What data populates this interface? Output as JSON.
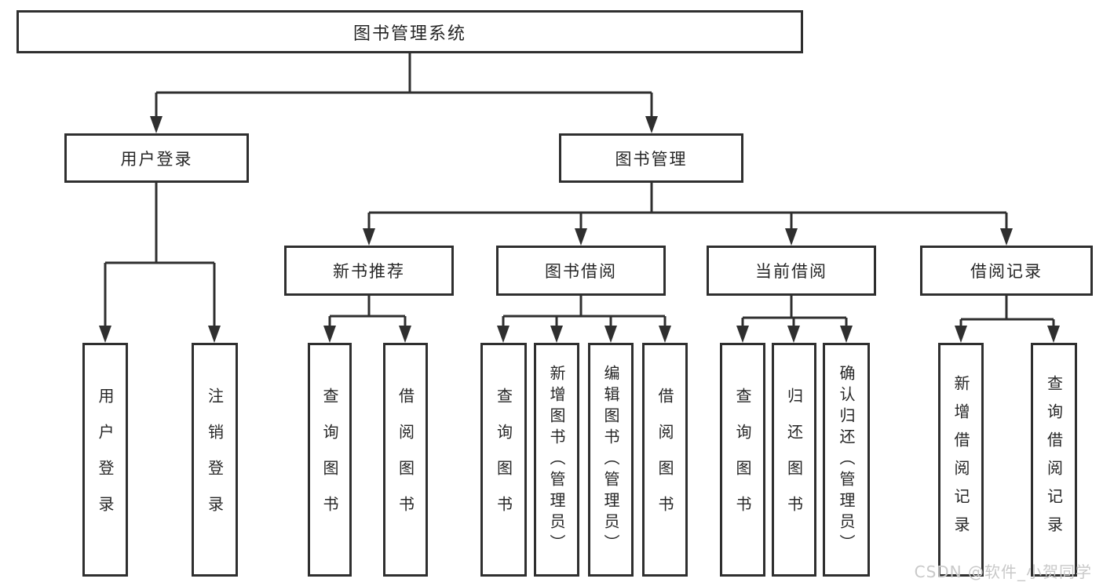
{
  "diagram": {
    "title": "图书管理系统",
    "nodes": {
      "root": {
        "label": "图书管理系统"
      },
      "user_login": {
        "label": "用户登录"
      },
      "book_mgmt": {
        "label": "图书管理"
      },
      "new_book_rec": {
        "label": "新书推荐"
      },
      "book_borrow": {
        "label": "图书借阅"
      },
      "current_borrow": {
        "label": "当前借阅"
      },
      "borrow_records": {
        "label": "借阅记录"
      },
      "leaf_user_login": {
        "label": "用户登录"
      },
      "leaf_logout": {
        "label": "注销登录"
      },
      "leaf_query_books_rec": {
        "label": "查询图书"
      },
      "leaf_borrow_books_rec": {
        "label": "借阅图书"
      },
      "leaf_query_books_borrow": {
        "label": "查询图书"
      },
      "leaf_add_books": {
        "label": "新增图书（管理员）"
      },
      "leaf_edit_books": {
        "label": "编辑图书（管理员）"
      },
      "leaf_borrow_books_borrow": {
        "label": "借阅图书"
      },
      "leaf_query_books_current": {
        "label": "查询图书"
      },
      "leaf_return_books": {
        "label": "归还图书"
      },
      "leaf_confirm_return": {
        "label": "确认归还（管理员）"
      },
      "leaf_add_borrow_record": {
        "label": "新增借阅记录"
      },
      "leaf_query_borrow_record": {
        "label": "查询借阅记录"
      }
    },
    "hierarchy": [
      {
        "parent": "图书管理系统",
        "children": [
          "用户登录",
          "图书管理"
        ]
      },
      {
        "parent": "用户登录",
        "children": [
          "用户登录",
          "注销登录"
        ]
      },
      {
        "parent": "图书管理",
        "children": [
          "新书推荐",
          "图书借阅",
          "当前借阅",
          "借阅记录"
        ]
      },
      {
        "parent": "新书推荐",
        "children": [
          "查询图书",
          "借阅图书"
        ]
      },
      {
        "parent": "图书借阅",
        "children": [
          "查询图书",
          "新增图书（管理员）",
          "编辑图书（管理员）",
          "借阅图书"
        ]
      },
      {
        "parent": "当前借阅",
        "children": [
          "查询图书",
          "归还图书",
          "确认归还（管理员）"
        ]
      },
      {
        "parent": "借阅记录",
        "children": [
          "新增借阅记录",
          "查询借阅记录"
        ]
      }
    ],
    "colors": {
      "line": "#2f2f2f",
      "box_border": "#2f2f2f",
      "box_fill": "#ffffff",
      "text": "#262626"
    }
  },
  "watermark": {
    "text": "CSDN @软件_小贺同学",
    "color": "#c9c9c9"
  }
}
